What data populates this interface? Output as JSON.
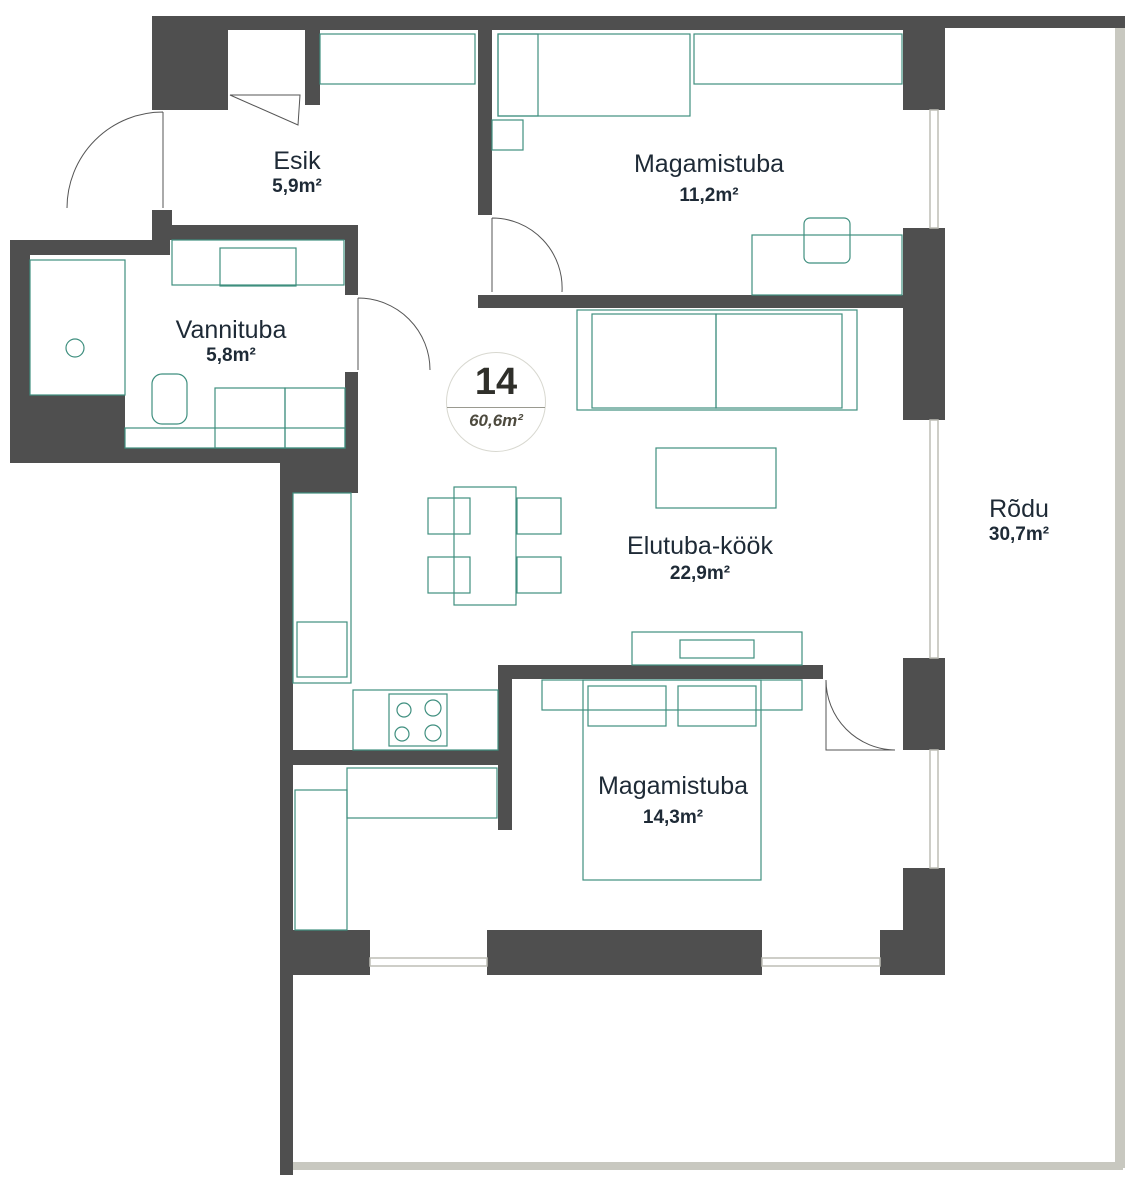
{
  "apartment": {
    "number": "14",
    "total_area": "60,6m²"
  },
  "rooms": [
    {
      "name": "Esik",
      "area": "5,9m²"
    },
    {
      "name": "Magamistuba",
      "area": "11,2m²"
    },
    {
      "name": "Vannituba",
      "area": "5,8m²"
    },
    {
      "name": "Elutuba-köök",
      "area": "22,9m²"
    },
    {
      "name": "Rõdu",
      "area": "30,7m²"
    },
    {
      "name": "Magamistuba",
      "area": "14,3m²"
    }
  ],
  "colors": {
    "wall": "#4f4f4f",
    "furniture": "#3f8f7f",
    "text": "#1e2a36"
  }
}
